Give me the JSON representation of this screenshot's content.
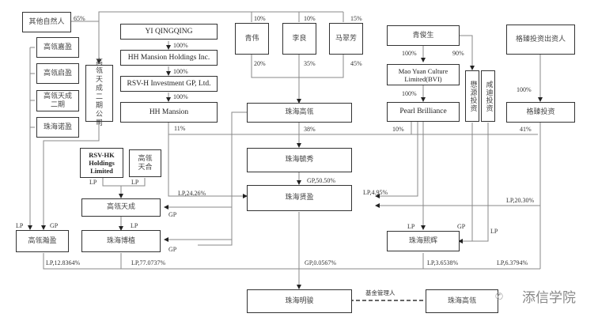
{
  "diagram": {
    "title": "Ownership structure chart",
    "nodes": {
      "other_individuals": "其他自然人",
      "gaoling_jiaying": "高瓴嘉盈",
      "gaoling_qiying": "高瓴启盈",
      "gaoling_tiancheng_2": "高瓴天成二期",
      "zhuhai_nuoying": "珠海诺盈",
      "gaoling_tiancheng_2_company": "高瓴天成二期公司",
      "yi_qingqing": "YI QINGQING",
      "hh_mansion_holdings": "HH Mansion Holdings Inc.",
      "rsv_h_investment_gp": "RSV-H Investment GP, Ltd.",
      "hh_mansion": "HH Mansion",
      "qing_wei": "青伟",
      "li_liang": "李良",
      "ma_cuifang": "马翠芳",
      "qing_junsheng": "青俊生",
      "mao_yuan_culture": "Mao Yuan Culture Limited(BVI)",
      "pearl_brilliance": "Pearl Brilliance",
      "yiyuan_investment": "懋源投资",
      "xiandi_investment": "咸迪投资",
      "gezhen_investors": "格臻投资出资人",
      "gezhen_investment": "格臻投资",
      "zhuhai_gaoling": "珠海高瓴",
      "rsv_hk_holdings": "RSV-HK Holdings Limited",
      "gaoling_tianhe": "高瓴天合",
      "zhuhai_yuxiu": "珠海毓秀",
      "zhuhai_xianying": "珠海贤盈",
      "gaoling_tiancheng": "高瓴天成",
      "gaoling_huiying": "高瓴瀚盈",
      "zhuhai_bozhi": "珠海博植",
      "zhuhai_xihui": "珠海熙辉",
      "zhuhai_mingjun": "珠海明骏",
      "zhuhai_gaoling_manager": "珠海高瓴"
    },
    "labels": {
      "other_to_tc2co": "65%",
      "yi_to_hhmh": "100%",
      "hhmh_to_rsvh": "100%",
      "rsvh_to_hhm": "100%",
      "hhm_share": "11%",
      "top_qingwei": "10%",
      "top_liliang": "10%",
      "top_ma": "15%",
      "qingwei_share": "20%",
      "liliang_share": "35%",
      "ma_share": "45%",
      "zhgl_share": "38%",
      "qjs_to_mao": "100%",
      "qjs_to_yiyuan": "90%",
      "mao_to_pearl": "100%",
      "pearl_share": "10%",
      "gz_inv_to_gz": "100%",
      "gz_share": "41%",
      "lp_2426": "LP,24.26%",
      "gp_5050": "GP,50.50%",
      "lp_495": "LP,4.95%",
      "lp_2030": "LP,20.30%",
      "rsvhk_lp": "LP",
      "tianhe_lp": "LP",
      "tiancheng_gp": "GP",
      "tiancheng_to_bozhi_lp": "LP",
      "bozhi_gp": "GP",
      "huiying_lp": "LP",
      "huiying_gp": "GP",
      "xihui_lp": "LP",
      "xihui_gp": "GP",
      "xihui_lp2": "LP",
      "lp_128364": "LP,12.8364%",
      "lp_770737": "LP,77.0737%",
      "gp_00567": "GP,0.0567%",
      "lp_36538": "LP,3.6538%",
      "lp_63794": "LP,6.3794%",
      "fund_manager": "基金管理人"
    },
    "watermark": {
      "icon": "wechat-icon",
      "text": "添信学院"
    }
  }
}
